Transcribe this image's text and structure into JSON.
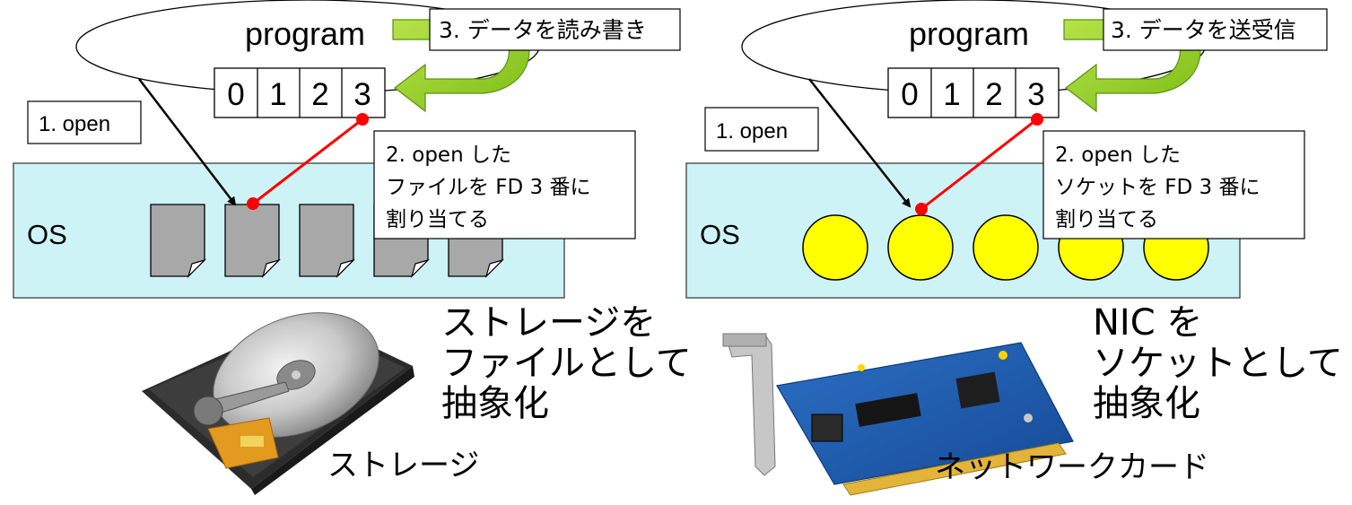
{
  "left": {
    "program": "program",
    "fd_slots": [
      "0",
      "1",
      "2",
      "3"
    ],
    "step1": "1. open",
    "step2": [
      "2. open した",
      "ファイルを FD 3 番に",
      "割り当てる"
    ],
    "step3": "3. データを読み書き",
    "os": "OS",
    "abstraction": [
      "ストレージを",
      "ファイルとして",
      "抽象化"
    ],
    "device_caption": "ストレージ"
  },
  "right": {
    "program": "program",
    "fd_slots": [
      "0",
      "1",
      "2",
      "3"
    ],
    "step1": "1. open",
    "step2": [
      "2. open した",
      "ソケットを FD 3 番に",
      "割り当てる"
    ],
    "step3": "3. データを送受信",
    "os": "OS",
    "abstraction": [
      "NIC を",
      "ソケットとして",
      "抽象化"
    ],
    "device_caption": "ネットワークカード"
  },
  "colors": {
    "os_fill": "#cdf3f7",
    "file_fill": "#a8a8a8",
    "socket_fill": "#ffff00",
    "arrow_green": "#8fce1f",
    "link_red": "#ff0000"
  },
  "icons": [
    "file-icon",
    "socket-icon",
    "hard-disk-image",
    "network-card-image"
  ]
}
